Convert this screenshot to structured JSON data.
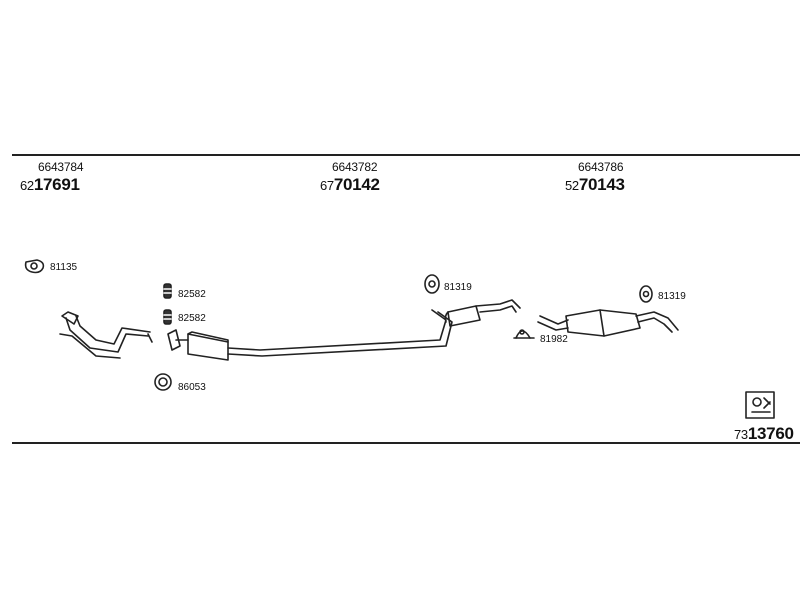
{
  "header": {
    "sections": [
      {
        "code": "6643784",
        "prefix": "62",
        "number": "17691"
      },
      {
        "code": "6643782",
        "prefix": "67",
        "number": "70142"
      },
      {
        "code": "6643786",
        "prefix": "52",
        "number": "70143"
      }
    ]
  },
  "parts": {
    "clamp_front": "81135",
    "rubber_hanger_1": "82582",
    "rubber_hanger_2": "82582",
    "gasket_ring": "86053",
    "hanger_center": "81319",
    "clamp_rear": "81982",
    "hanger_rear": "81319"
  },
  "footer": {
    "prefix": "73",
    "number": "13760"
  },
  "colors": {
    "line": "#222222",
    "background": "#ffffff"
  }
}
